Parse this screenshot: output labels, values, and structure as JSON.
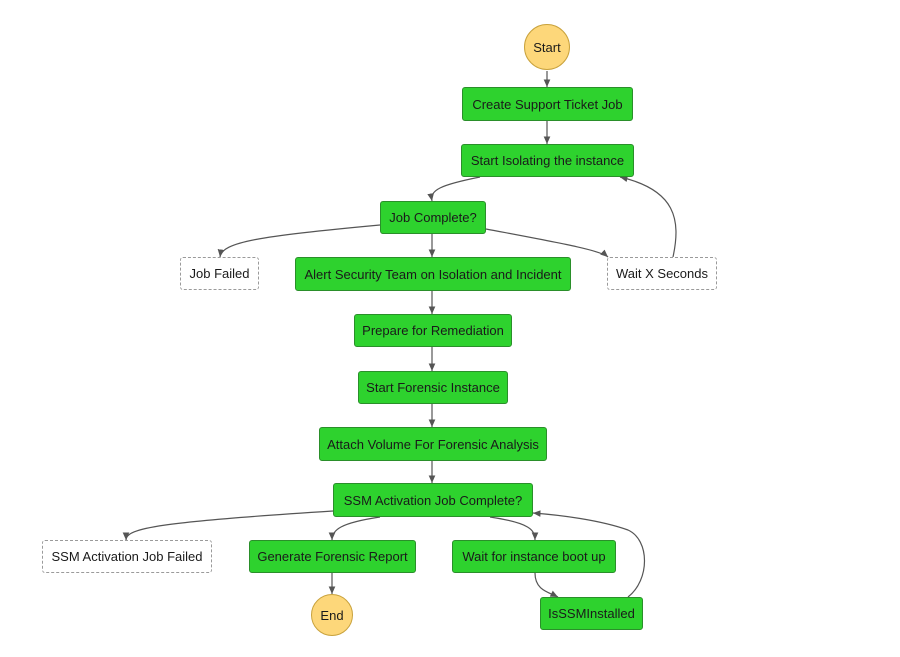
{
  "colors": {
    "task": "#2ed22e",
    "task_border": "#2a8f2a",
    "terminal": "#fdd77a",
    "failure_border": "#9a9a9a",
    "edge": "#555555"
  },
  "nodes": {
    "start": "Start",
    "create_ticket": "Create Support Ticket Job",
    "start_isolating": "Start Isolating the instance",
    "job_complete": "Job Complete?",
    "job_failed": "Job Failed",
    "alert_security": "Alert Security Team on Isolation and Incident",
    "wait_x": "Wait X Seconds",
    "prepare_remediation": "Prepare for Remediation",
    "start_forensic": "Start Forensic Instance",
    "attach_volume": "Attach Volume For Forensic Analysis",
    "ssm_complete": "SSM Activation Job Complete?",
    "ssm_failed": "SSM Activation Job Failed",
    "generate_report": "Generate Forensic Report",
    "wait_boot": "Wait for instance boot up",
    "end": "End",
    "is_ssm_installed": "IsSSMInstalled"
  }
}
